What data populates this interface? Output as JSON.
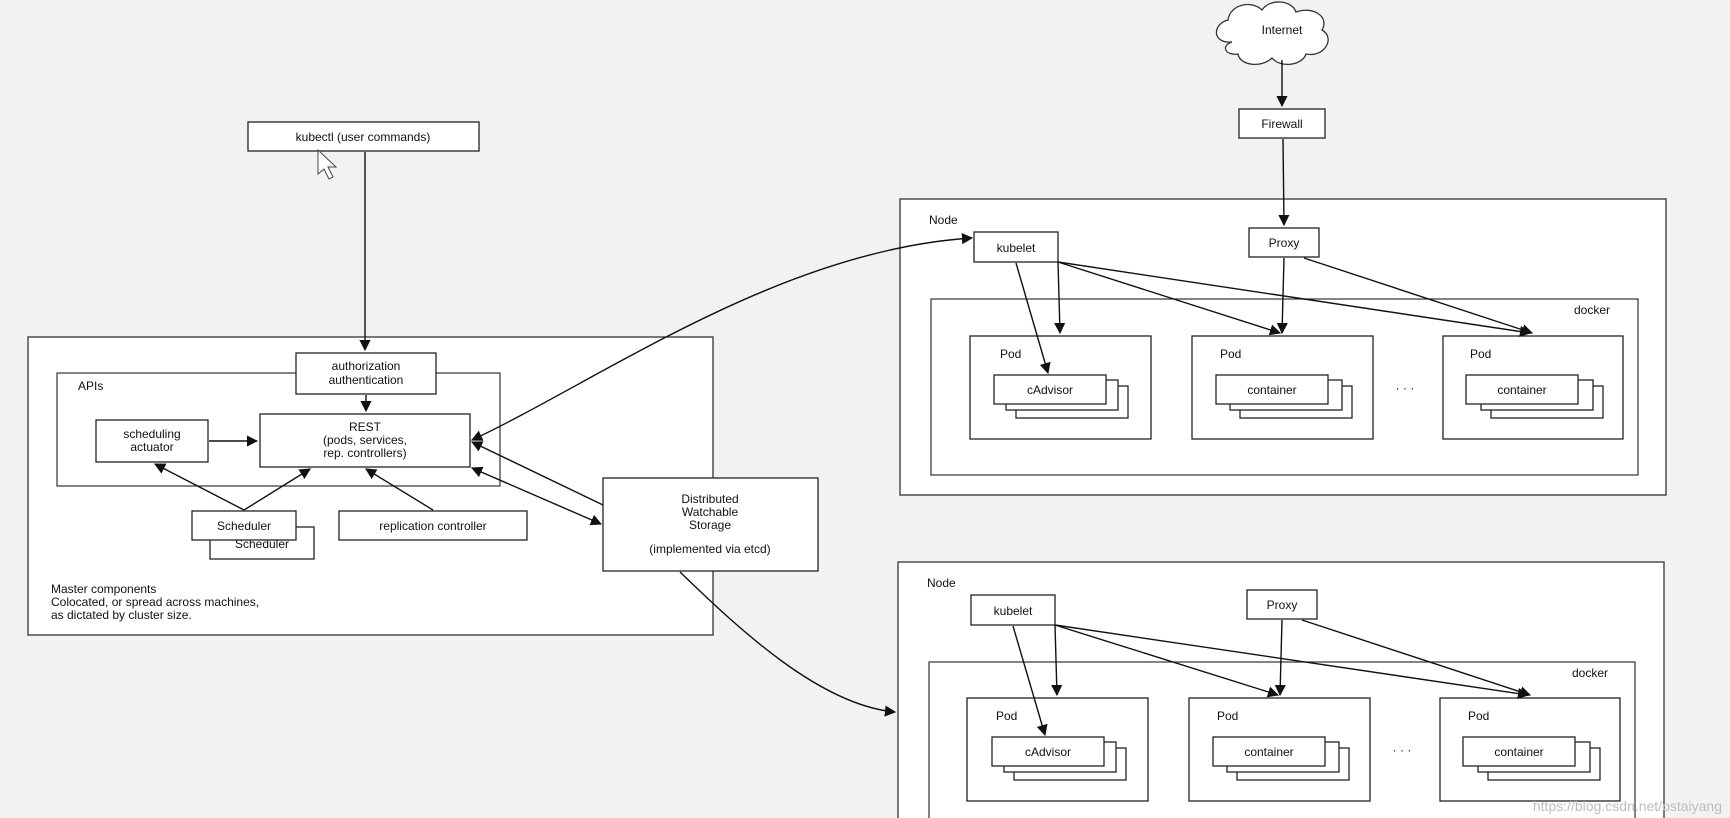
{
  "master": {
    "kubectl": "kubectl (user commands)",
    "auth_line1": "authorization",
    "auth_line2": "authentication",
    "apis": "APIs",
    "rest_line1": "REST",
    "rest_line2": "(pods, services,",
    "rest_line3": "rep. controllers)",
    "sched_act_line1": "scheduling",
    "sched_act_line2": "actuator",
    "scheduler": "Scheduler",
    "scheduler_shadow": "Scheduler",
    "replication": "replication controller",
    "note_line1": "Master components",
    "note_line2": "Colocated, or spread across machines,",
    "note_line3": "as dictated by cluster size."
  },
  "storage": {
    "line1": "Distributed",
    "line2": "Watchable",
    "line3": "Storage",
    "line4": "(implemented via etcd)"
  },
  "internet": "Internet",
  "firewall": "Firewall",
  "node1": {
    "label": "Node",
    "kubelet": "kubelet",
    "proxy": "Proxy",
    "docker": "docker",
    "pod1": "Pod",
    "pod1_item": "cAdvisor",
    "pod2": "Pod",
    "pod2_item": "container",
    "pod3": "Pod",
    "pod3_item": "container",
    "ellipsis": "· · ·"
  },
  "node2": {
    "label": "Node",
    "kubelet": "kubelet",
    "proxy": "Proxy",
    "docker": "docker",
    "pod1": "Pod",
    "pod1_item": "cAdvisor",
    "pod2": "Pod",
    "pod2_item": "container",
    "pod3": "Pod",
    "pod3_item": "container",
    "ellipsis": "· · ·"
  },
  "watermark": "https://blog.csdn.net/ostaiyang"
}
